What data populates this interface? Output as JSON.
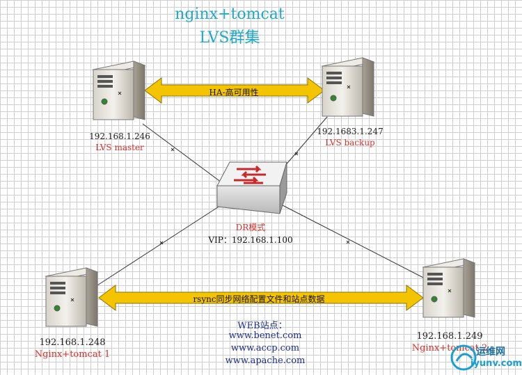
{
  "title": {
    "line1": "nginx+tomcat",
    "line2": "LVS群集"
  },
  "nodes": {
    "lvs_master": {
      "ip": "192.168.1.246",
      "role": "LVS master"
    },
    "lvs_backup": {
      "ip": "192.1683.1.247",
      "role": "LVS backup"
    },
    "web1": {
      "ip": "192.168.1.248",
      "role": "Nginx+tomcat 1"
    },
    "web2": {
      "ip": "192.168.1.249",
      "role": "Nginx+tomcat 2"
    }
  },
  "switch": {
    "mode": "DR模式",
    "vip": "VIP：192.168.1.100"
  },
  "arrows": {
    "ha": "HA-高可用性",
    "rsync": "rsync同步网络配置文件和站点数据"
  },
  "web_sites": {
    "label": "WEB站点：",
    "sites": [
      "www.benet.com",
      "www.accp.com",
      "www.apache.com"
    ]
  },
  "watermark": {
    "text": "运维网",
    "url": "iyunv.com"
  },
  "colors": {
    "title": "#1fa9c9",
    "role": "#d9302c",
    "arrow": "#f5c400",
    "sites": "#1f2f8f"
  }
}
